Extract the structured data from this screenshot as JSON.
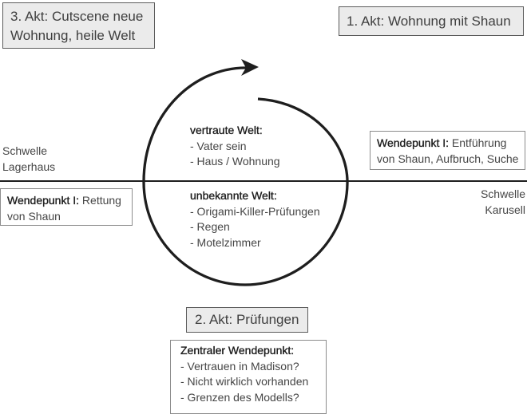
{
  "colors": {
    "box_fill": "#ebebeb",
    "stroke": "#1e1e1e",
    "text": "#454545"
  },
  "acts": {
    "act3": {
      "lines": [
        "3. Akt: Cutscene neue",
        "Wohnung, heile Welt"
      ]
    },
    "act1": {
      "label": "1. Akt: Wohnung mit Shaun"
    },
    "act2": {
      "label": "2. Akt: Prüfungen"
    }
  },
  "thresholds": {
    "left": {
      "lines": [
        "Schwelle",
        "Lagerhaus"
      ]
    },
    "right": {
      "lines": [
        "Schwelle",
        "Karusell"
      ]
    }
  },
  "turning_points": {
    "departure": {
      "heading": "Wendepunkt I:",
      "rest": "Entführung",
      "line2": "von Shaun, Aufbruch, Suche"
    },
    "rescue": {
      "heading": "Wendepunkt I:",
      "rest": "Rettung",
      "line2": "von Shaun"
    },
    "central": {
      "heading": "Zentraler Wendepunkt:",
      "items": [
        "- Vertrauen in Madison?",
        "- Nicht wirklich vorhanden",
        "- Grenzen des Modells?"
      ]
    }
  },
  "worlds": {
    "known": {
      "heading": "vertraute Welt:",
      "items": [
        "- Vater sein",
        "- Haus / Wohnung"
      ]
    },
    "unknown": {
      "heading": "unbekannte Welt:",
      "items": [
        "- Origami-Killer-Prüfungen",
        "- Regen",
        "- Motelzimmer"
      ]
    }
  }
}
